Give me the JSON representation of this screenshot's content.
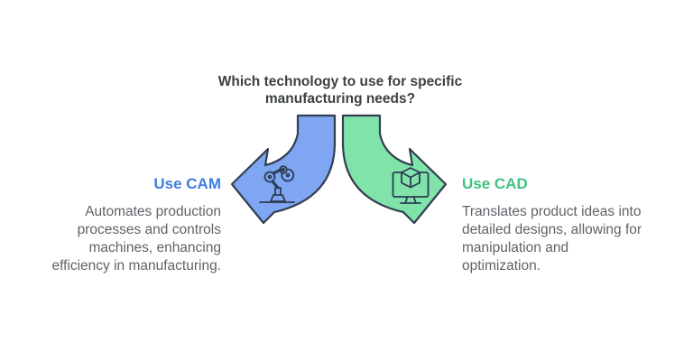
{
  "title": "Which technology to use for specific\nmanufacturing needs?",
  "left": {
    "label": "Use CAM",
    "description": "Automates production\nprocesses and controls\nmachines, enhancing\nefficiency in manufacturing.",
    "arrow_color": "#7FA6F3",
    "label_color": "#3F7DE0",
    "icon": "robot-arm-icon"
  },
  "right": {
    "label": "Use CAD",
    "description": "Translates product ideas into\ndetailed designs, allowing for\nmanipulation and\noptimization.",
    "arrow_color": "#80E3AA",
    "label_color": "#3FC380",
    "icon": "monitor-cube-icon"
  },
  "colors": {
    "background": "#FFFFFF",
    "title_text": "#3C4043",
    "body_text": "#5F6368",
    "arrow_outline": "#333E52",
    "icon_stroke": "#2B3B52"
  }
}
